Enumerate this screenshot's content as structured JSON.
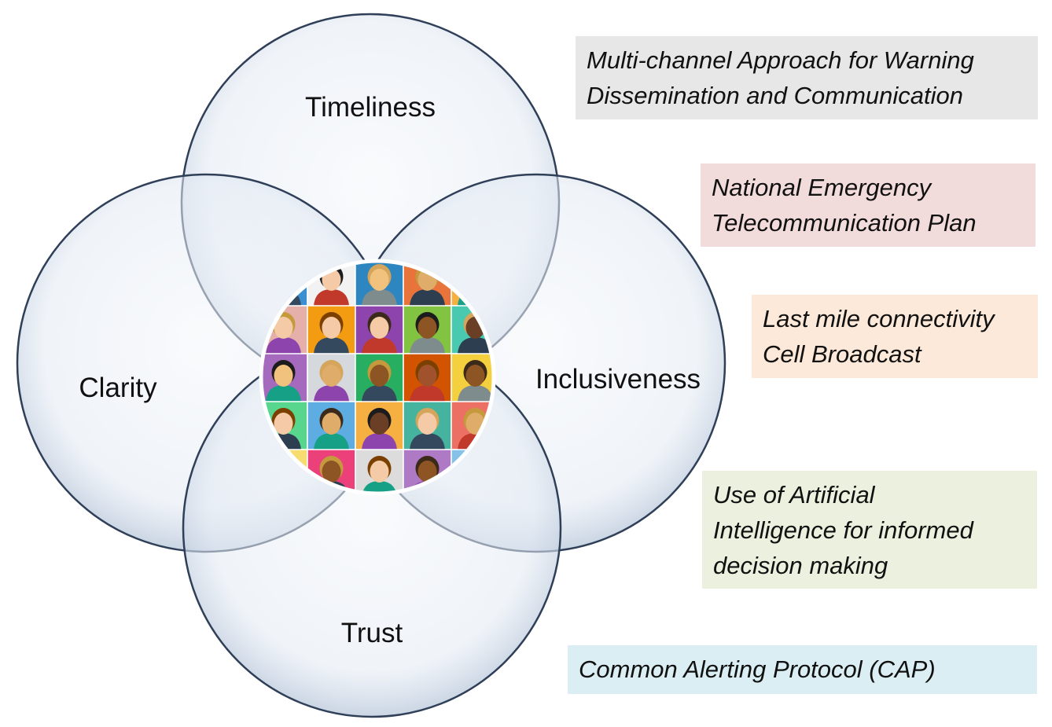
{
  "diagram": {
    "circles": [
      {
        "name": "timeliness",
        "label": "Timeliness"
      },
      {
        "name": "clarity",
        "label": "Clarity"
      },
      {
        "name": "inclusiveness",
        "label": "Inclusiveness"
      },
      {
        "name": "trust",
        "label": "Trust"
      }
    ],
    "center_image": "people-avatar-mosaic",
    "circle_fill": "#e6ecf4",
    "circle_stroke": "#2f3f58"
  },
  "notes": [
    {
      "name": "multichannel",
      "text": "Multi-channel Approach for Warning\nDissemination and Communication",
      "color": "#e7e7e7"
    },
    {
      "name": "national-plan",
      "text": "National Emergency\nTelecommunication Plan",
      "color": "#f2dcdb"
    },
    {
      "name": "last-mile",
      "text": "Last mile connectivity\nCell Broadcast",
      "color": "#fde9d9"
    },
    {
      "name": "ai",
      "text": "Use of Artificial\nIntelligence for informed\ndecision making",
      "color": "#ebf1de"
    },
    {
      "name": "cap",
      "text": "Common Alerting Protocol (CAP)",
      "color": "#dbeef3"
    }
  ]
}
